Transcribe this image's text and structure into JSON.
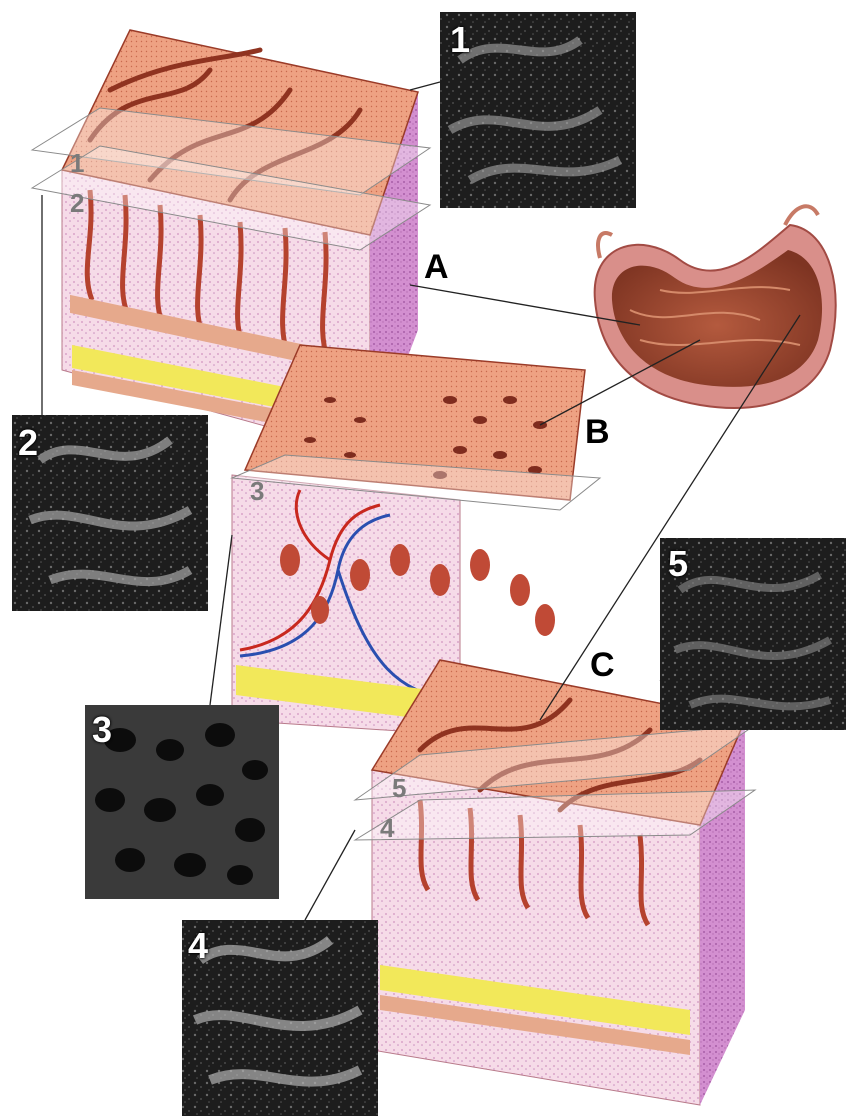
{
  "labels": {
    "section_a": "A",
    "section_b": "B",
    "section_c": "C"
  },
  "micrographs": {
    "m1": "1",
    "m2": "2",
    "m3": "3",
    "m4": "4",
    "m5": "5"
  },
  "slice_markers": {
    "a_upper": "1",
    "a_lower": "2",
    "b": "3",
    "c_upper": "5",
    "c_lower": "4"
  },
  "colors": {
    "mucosa_surface": "#e8977a",
    "mucosa_dark": "#b04a36",
    "lamina_propria": "#f3d3e2",
    "muscle": "#e6a98c",
    "fat": "#f2e85a",
    "serosa": "#c27bc0",
    "vein": "#2a4fb0",
    "artery": "#c8281e",
    "micrograph_bg": "#1c1c1c"
  }
}
